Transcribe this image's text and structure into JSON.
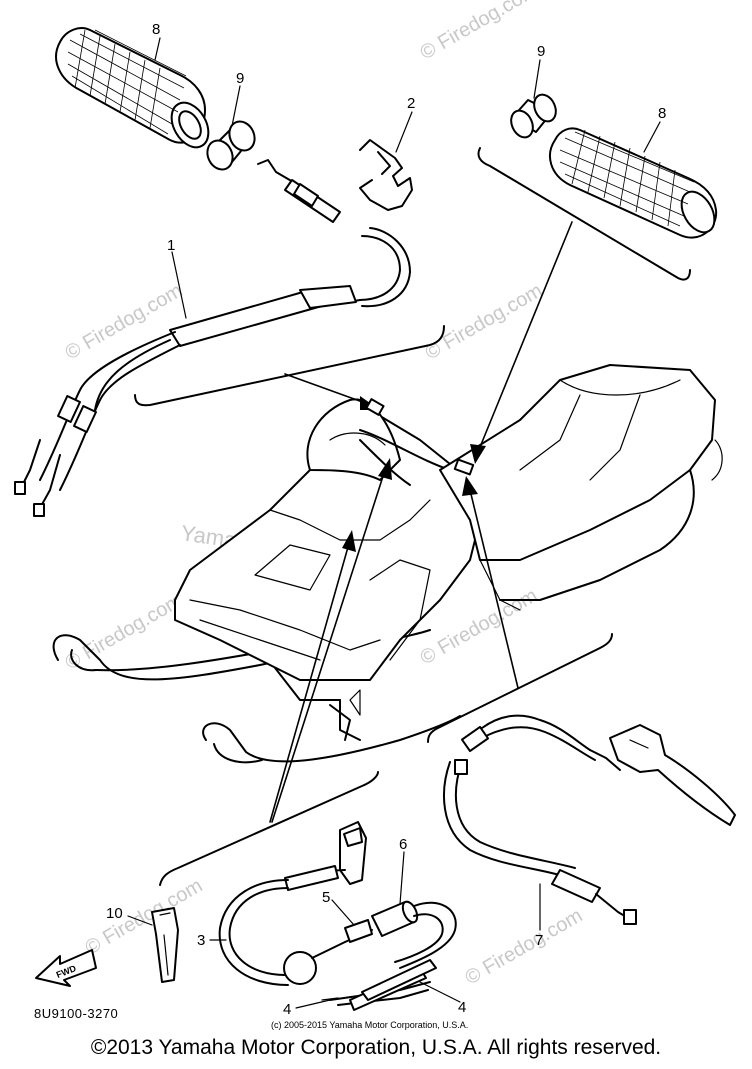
{
  "watermarks": {
    "firedog": "© Firedog.com",
    "firedog_plain": "Firedog.com",
    "yamaha": "Yamaha Motor Corp. U.S.A."
  },
  "callouts": {
    "p1": "1",
    "p2": "2",
    "p3": "3",
    "p4a": "4",
    "p4b": "4",
    "p5": "5",
    "p6": "6",
    "p7": "7",
    "p8a": "8",
    "p8b": "8",
    "p9a": "9",
    "p9b": "9",
    "p10": "10"
  },
  "fwd_label": "FWD",
  "part_number": "8U9100-3270",
  "small_copyright": "(c) 2005-2015 Yamaha Motor Corporation, U.S.A.",
  "copyright": "©2013 Yamaha Motor Corporation, U.S.A. All rights reserved."
}
